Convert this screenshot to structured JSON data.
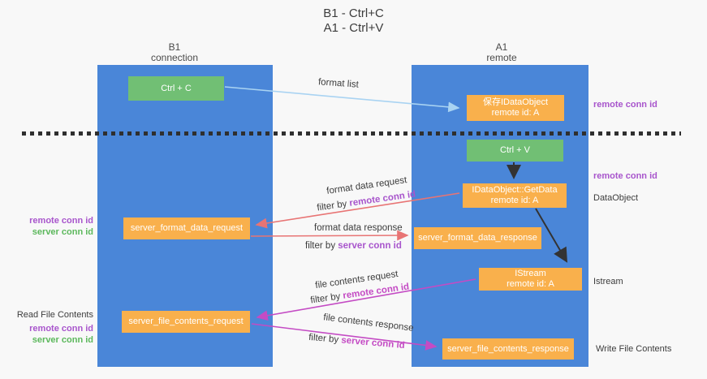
{
  "title": {
    "line1": "B1 - Ctrl+C",
    "line2": "A1 - Ctrl+V"
  },
  "columns": {
    "left": {
      "name": "B1",
      "role": "connection"
    },
    "right": {
      "name": "A1",
      "role": "remote"
    }
  },
  "boxes": {
    "ctrl_c": "Ctrl + C",
    "ctrl_v": "Ctrl + V",
    "save_idataobject": {
      "line1": "保存IDataObject",
      "line2": "remote id: A"
    },
    "getdata": {
      "line1": "IDataObject::GetData",
      "line2": "remote id: A"
    },
    "istream": {
      "line1": "IStream",
      "line2": "remote id: A"
    },
    "server_format_data_request": "server_format_data_request",
    "server_format_data_response": "server_format_data_response",
    "server_file_contents_request": "server_file_contents_request",
    "server_file_contents_response": "server_file_contents_response"
  },
  "side_labels": {
    "right_remote_conn_id_top": "remote conn id",
    "right_remote_conn_id_mid": "remote conn id",
    "right_dataobject": "DataObject",
    "right_istream": "Istream",
    "right_write_file_contents": "Write File Contents",
    "left_remote_conn_id_mid": "remote conn id",
    "left_server_conn_id_mid": "server conn id",
    "left_read_file_contents": "Read File Contents",
    "left_remote_conn_id_bottom": "remote conn id",
    "left_server_conn_id_bottom": "server conn id"
  },
  "arrow_labels": {
    "format_list": "format list",
    "format_data_request": "format data request",
    "filter_request_mid": {
      "prefix": "filter by ",
      "keyword": "remote conn id"
    },
    "format_data_response": "format data response",
    "filter_response_mid": {
      "prefix": "filter by ",
      "keyword": "server conn id"
    },
    "file_contents_request": "file contents request",
    "filter_request_bottom": {
      "prefix": "filter by ",
      "keyword": "remote conn id"
    },
    "file_contents_response": "file contents response",
    "filter_response_bottom": {
      "prefix": "filter by ",
      "keyword": "server conn id"
    }
  },
  "colors": {
    "column_blue": "#4a86d8",
    "box_green": "#71bf74",
    "box_orange": "#f9b04c",
    "purple_text": "#a855cc",
    "green_text": "#5cb85c",
    "magenta_arrow": "#c44bc4",
    "salmon_arrow": "#e87474",
    "light_blue_arrow": "#a9d3f2",
    "dark_text": "#3c3c3c"
  }
}
